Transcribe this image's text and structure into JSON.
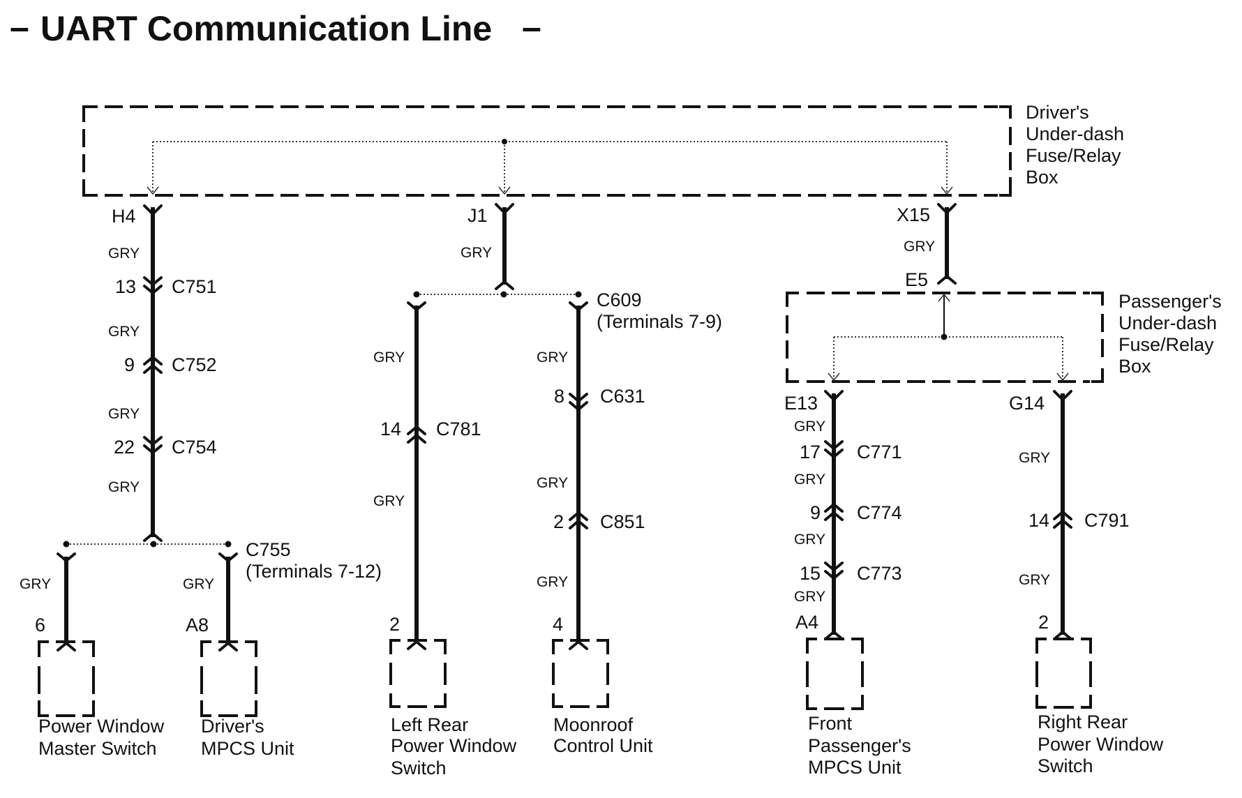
{
  "title": "UART Communication Line",
  "title_dash": "–",
  "wire_color": "GRY",
  "fuse_boxes": {
    "driver": {
      "label": [
        "Driver's",
        "Under-dash",
        "Fuse/Relay",
        "Box"
      ]
    },
    "passenger": {
      "label": [
        "Passenger's",
        "Under-dash",
        "Fuse/Relay",
        "Box"
      ]
    }
  },
  "terminals": {
    "h4": "H4",
    "j1": "J1",
    "x15": "X15",
    "e5": "E5",
    "e13": "E13",
    "g14": "G14"
  },
  "connectors": [
    {
      "id": "c751",
      "name": "C751",
      "pin": "13"
    },
    {
      "id": "c752",
      "name": "C752",
      "pin": "9"
    },
    {
      "id": "c754",
      "name": "C754",
      "pin": "22"
    },
    {
      "id": "c755",
      "name": "C755",
      "note": "(Terminals 7-12)"
    },
    {
      "id": "c609",
      "name": "C609",
      "note": "(Terminals 7-9)"
    },
    {
      "id": "c781",
      "name": "C781",
      "pin": "14"
    },
    {
      "id": "c631",
      "name": "C631",
      "pin": "8"
    },
    {
      "id": "c851",
      "name": "C851",
      "pin": "2"
    },
    {
      "id": "c771",
      "name": "C771",
      "pin": "17"
    },
    {
      "id": "c774",
      "name": "C774",
      "pin": "9"
    },
    {
      "id": "c773",
      "name": "C773",
      "pin": "15"
    },
    {
      "id": "c791",
      "name": "C791",
      "pin": "14"
    }
  ],
  "components": [
    {
      "id": "pw-master",
      "pin": "6",
      "label": [
        "Power Window",
        "Master Switch"
      ]
    },
    {
      "id": "driver-mpcs",
      "pin": "A8",
      "label": [
        "Driver's",
        "MPCS Unit"
      ]
    },
    {
      "id": "lr-pw",
      "pin": "2",
      "label": [
        "Left Rear",
        "Power Window",
        "Switch"
      ]
    },
    {
      "id": "moonroof",
      "pin": "4",
      "label": [
        "Moonroof",
        "Control Unit"
      ]
    },
    {
      "id": "fp-mpcs",
      "pin": "A4",
      "label": [
        "Front",
        "Passenger's",
        "MPCS Unit"
      ]
    },
    {
      "id": "rr-pw",
      "pin": "2",
      "label": [
        "Right Rear",
        "Power Window",
        "Switch"
      ]
    }
  ]
}
